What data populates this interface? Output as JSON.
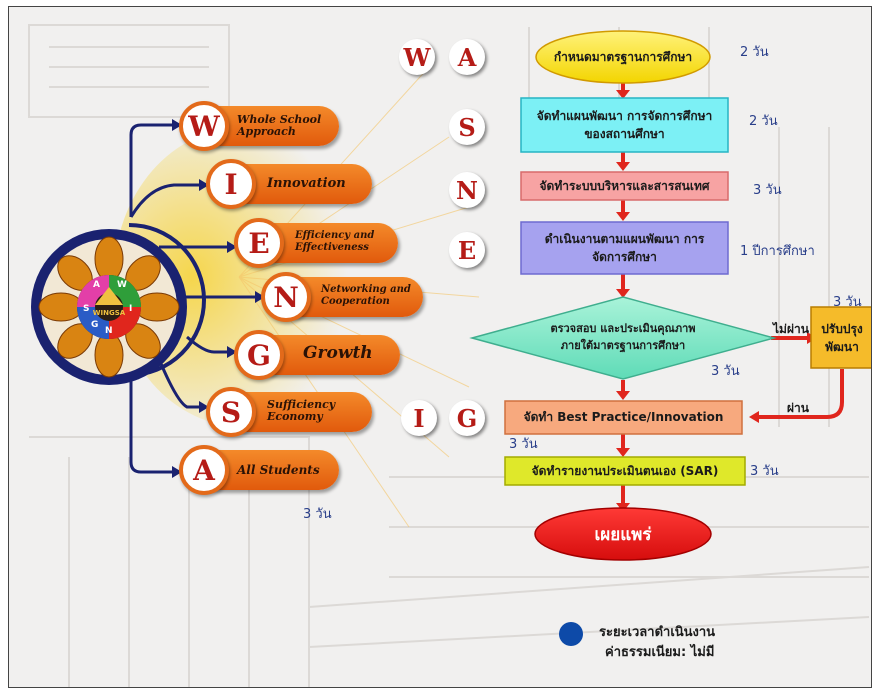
{
  "left": {
    "items": [
      {
        "letter": "W",
        "label": "Whole School Approach"
      },
      {
        "letter": "I",
        "label": "Innovation"
      },
      {
        "letter": "E",
        "label": "Efficiency and Effectiveness"
      },
      {
        "letter": "N",
        "label": "Networking and Cooperation"
      },
      {
        "letter": "G",
        "label": "Growth"
      },
      {
        "letter": "S",
        "label": "Sufficiency Economy"
      },
      {
        "letter": "A",
        "label": "All Students"
      }
    ],
    "duration": "3 วัน"
  },
  "logo": {
    "letters": [
      "W",
      "I",
      "N",
      "G",
      "S",
      "A"
    ],
    "text": "WINGSA"
  },
  "flow": {
    "step_letters": [
      "W",
      "A",
      "S",
      "N",
      "E",
      "I",
      "G"
    ],
    "steps": [
      {
        "label": "กำหนดมาตรฐานการศึกษา",
        "duration": "2 วัน"
      },
      {
        "label": "จัดทำแผนพัฒนา การจัดการศึกษาของสถานศึกษา",
        "duration": "2 วัน"
      },
      {
        "label": "จัดทำระบบบริหารและสารสนเทศ",
        "duration": "3 วัน"
      },
      {
        "label": "ดำเนินงานตามแผนพัฒนา การจัดการศึกษา",
        "duration": "1 ปีการศึกษา"
      },
      {
        "label": "ตรวจสอบ และประเมินคุณภาพ ภายใต้มาตรฐานการศึกษา",
        "duration": "3 วัน"
      },
      {
        "label": "จัดทำ Best Practice/Innovation",
        "duration": "3 วัน"
      },
      {
        "label": "จัดทำรายงานประเมินตนเอง (SAR)",
        "duration": "3 วัน"
      },
      {
        "label": "เผยแพร่"
      }
    ],
    "improve": {
      "label": "ปรับปรุง พัฒนา",
      "duration": "3 วัน"
    },
    "fail_label": "ไม่ผ่าน",
    "pass_label": "ผ่าน"
  },
  "legend": {
    "line1": "ระยะเวลาดำเนินงาน",
    "line2": "ค่าธรรมเนียม: ไม่มี",
    "dot_color": "#0d4aa8"
  },
  "colors": {
    "navy": "#1a2270",
    "arrow_red": "#e0261d",
    "pill": "#f0781d"
  }
}
